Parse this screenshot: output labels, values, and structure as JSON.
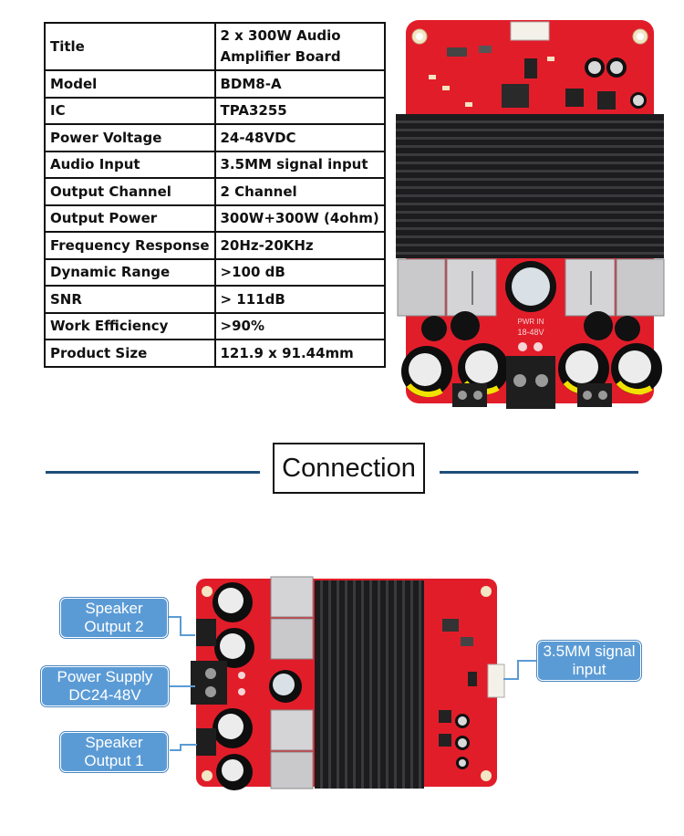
{
  "specs": [
    {
      "label": "Title",
      "value": "2 x 300W Audio Amplifier Board"
    },
    {
      "label": "Model",
      "value": "BDM8-A"
    },
    {
      "label": "IC",
      "value": "TPA3255"
    },
    {
      "label": "Power Voltage",
      "value": "24-48VDC"
    },
    {
      "label": "Audio  Input",
      "value": "3.5MM signal input"
    },
    {
      "label": "Output Channel",
      "value": "2 Channel"
    },
    {
      "label": "Output Power",
      "value": "300W+300W (4ohm)"
    },
    {
      "label": "Frequency Response",
      "value": "20Hz-20KHz"
    },
    {
      "label": "Dynamic Range",
      "value": ">100 dB"
    },
    {
      "label": "SNR",
      "value": "> 111dB"
    },
    {
      "label": "Work Efficiency",
      "value": ">90%"
    },
    {
      "label": "Product Size",
      "value": "121.9 x 91.44mm"
    }
  ],
  "board_markings": {
    "power_label": "PWR IN",
    "voltage": "18-48V",
    "plus": "+",
    "minus": "−"
  },
  "section": {
    "title": "Connection"
  },
  "callouts": {
    "speaker_output_2": "Speaker Output 2",
    "power_supply": "Power Supply DC24-48V",
    "speaker_output_1": "Speaker Output 1",
    "signal_input": "3.5MM signal input"
  },
  "colors": {
    "pcb": "#e21d2a",
    "heatsink": "#1c1c1e",
    "callout": "#5b9bd5",
    "section_line": "#1f4e79"
  }
}
